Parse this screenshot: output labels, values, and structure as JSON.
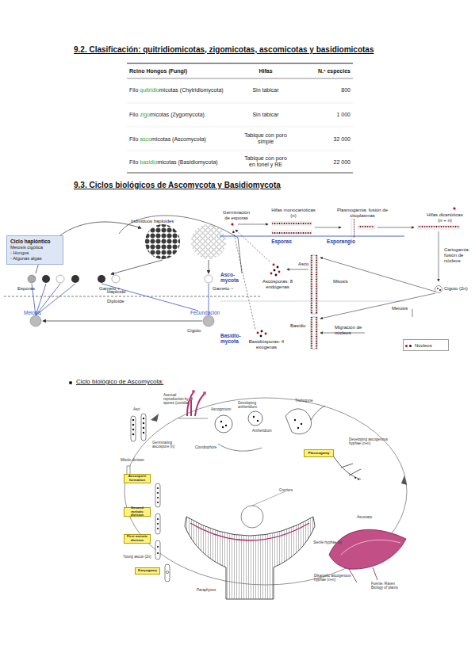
{
  "diagram": {
    "nodes": [
      {
        "text": [
          "Ciclo haplóntico",
          "Meiosis cigótica",
          "- Hongos",
          "- Algunas algas"
        ]
      },
      {
        "text": [
          "Ascospore formation"
        ]
      },
      {
        "text": [
          "Second meiotic division"
        ]
      },
      {
        "text": [
          "First meiotic division"
        ]
      },
      {
        "text": [
          "Karyogamy"
        ]
      },
      {
        "text": [
          "Plasmogamy"
        ]
      }
    ],
    "labels": [
      "9.2. Clasificación: quitridiomicotas, zigomicotas, ascomicotas y basidiomicotas",
      "Reino Hongos (Fungi)",
      "Hifas",
      "N.º especies",
      "Filo quitridiomicotas (Chytridiomycota)",
      "Sin tabicar",
      "800",
      "Filo zigomicotas (Zygomycota)",
      "Sin tabicar",
      "1 000",
      "Filo ascomicotas (Ascomycota)",
      "Tabique con poro simple",
      "32 000",
      "Filo basidiomicotas (Basidiomycota)",
      "Tabique con poro en tonel y RE",
      "22 000",
      "9.3. Ciclos biológicos de Ascomycota y Basidiomycota",
      "Individuos haploides",
      "Esporas",
      "Gameto +",
      "Gameto –",
      "Haploide",
      "Diploide",
      "Meiosis",
      "Fecundación",
      "Cigoto",
      "Germinación de esporas",
      "Hifas monocarióticas (n)",
      "Plasmogamia: fusión de citoplasmas",
      "Hifas dicarióticas (n + n)",
      "Esporas",
      "Esporangio",
      "Cariogamia: fusión de núcleos",
      "Asco-mycota",
      "Ascósporas: 8 endógenas",
      "Asco",
      "Mitosis",
      "Cigoto (2n)",
      "Meiosis",
      "Basidio",
      "Migración de núcleos",
      "Basidio-mycota",
      "Basidiósporas: 4 exógenas",
      "Ciclo biológico de Ascomycota:",
      "Asexual reproduction by spores (conidia)",
      "Ascogonium",
      "Developing antheridium",
      "Trichogyne",
      "Antheridium",
      "Conidiophore",
      "Asci",
      "Germinating ascospore (n)",
      "Mitotic division",
      "Young ascus (2n)",
      "Developing ascogenous hyphae (n+n)",
      "Ascocarp",
      "Croziers",
      "Sterile hyphae (n)",
      "Dikaryotic ascogenous hyphae (n+n)",
      "Paraphyses",
      "Fuente: Raven Biology of plants"
    ],
    "legend": [
      {
        "text": "Núcleos"
      }
    ]
  }
}
